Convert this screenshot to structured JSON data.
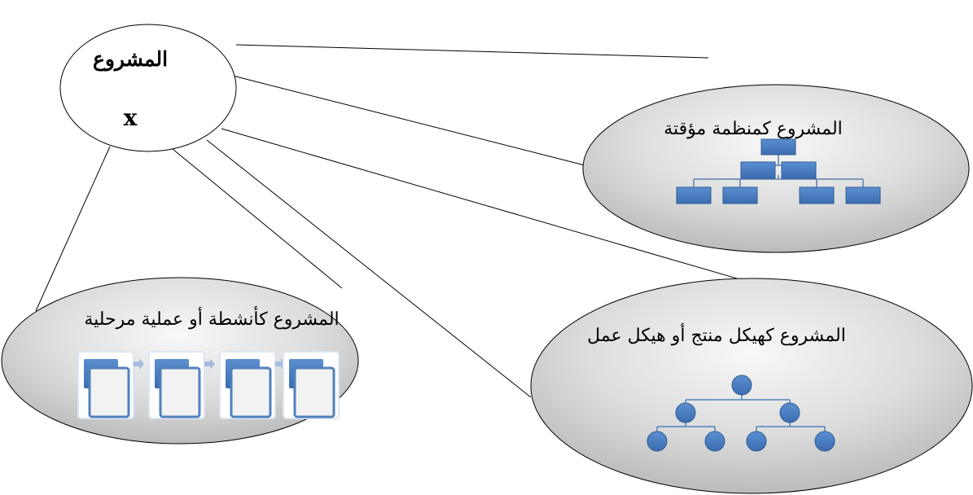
{
  "center": {
    "title": "المشروع",
    "subtitle": "x"
  },
  "views": {
    "temporary_organization": "المشروع كمنظمة مؤقتة",
    "activities_process": "المشروع كأنشطة أو عملية مرحلية",
    "product_work_structure": "المشروع كهيكل منتج أو هيكل عمل"
  },
  "colors": {
    "node_fill": "#4f81bd",
    "node_stroke": "#3a6aa5",
    "ellipse_light": "#f8f8f8",
    "ellipse_dark": "#b9b9b9",
    "line": "#000000"
  }
}
